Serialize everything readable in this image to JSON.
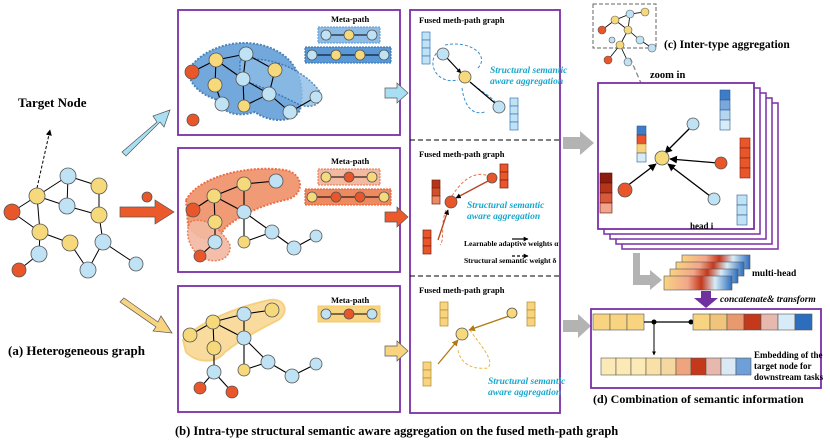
{
  "labels": {
    "target_node": "Target Node",
    "heterogeneous_graph": "(a) Heterogeneous graph",
    "intra_type_caption": "(b) Intra-type structural semantic aware aggregation on the fused meth-path graph",
    "inter_type": "(c) Inter-type aggregation",
    "combination": "(d) Combination of semantic information",
    "meta_path_1": "Meta-path",
    "meta_path_2": "Meta-path",
    "meta_path_3": "Meta-path",
    "fused_1": "Fused meth-path graph",
    "fused_2": "Fused meth-path graph",
    "fused_3": "Fused meth-path graph",
    "ssa_1_line1": "Structural semantic",
    "ssa_1_line2": "aware aggregation",
    "ssa_2_line1": "Structural semantic",
    "ssa_2_line2": "aware aggregation",
    "ssa_3_line1": "Structural semantic",
    "ssa_3_line2": "aware aggregation",
    "legend_learnable": "Learnable adaptive weights α",
    "legend_structural": "Structural semantic weight δ",
    "zoom_in": "zoom in",
    "head_i": "head i",
    "multi_head": "multi-head",
    "concat_transform": "concatenate& transform",
    "embedding_line1": "Embedding of the",
    "embedding_line2": "target node for",
    "embedding_line3": "downstream tasks"
  },
  "colors": {
    "frame": "#7a2fa6",
    "blue_node": "#bfe3f5",
    "yellow_node": "#f6d97a",
    "orange_node": "#e8562a",
    "blue_halo": "#2f7cc2",
    "orange_halo": "#e8734a",
    "yellow_halo": "#f4c86a",
    "light_blue_arrow": "#a9dff2",
    "orange_arrow": "#ec5a2b",
    "yellow_arrow": "#f8d481",
    "gray_arrow": "#b3b3b3",
    "purple_arrow": "#7030a0",
    "caption_blue": "#19a7cf"
  }
}
